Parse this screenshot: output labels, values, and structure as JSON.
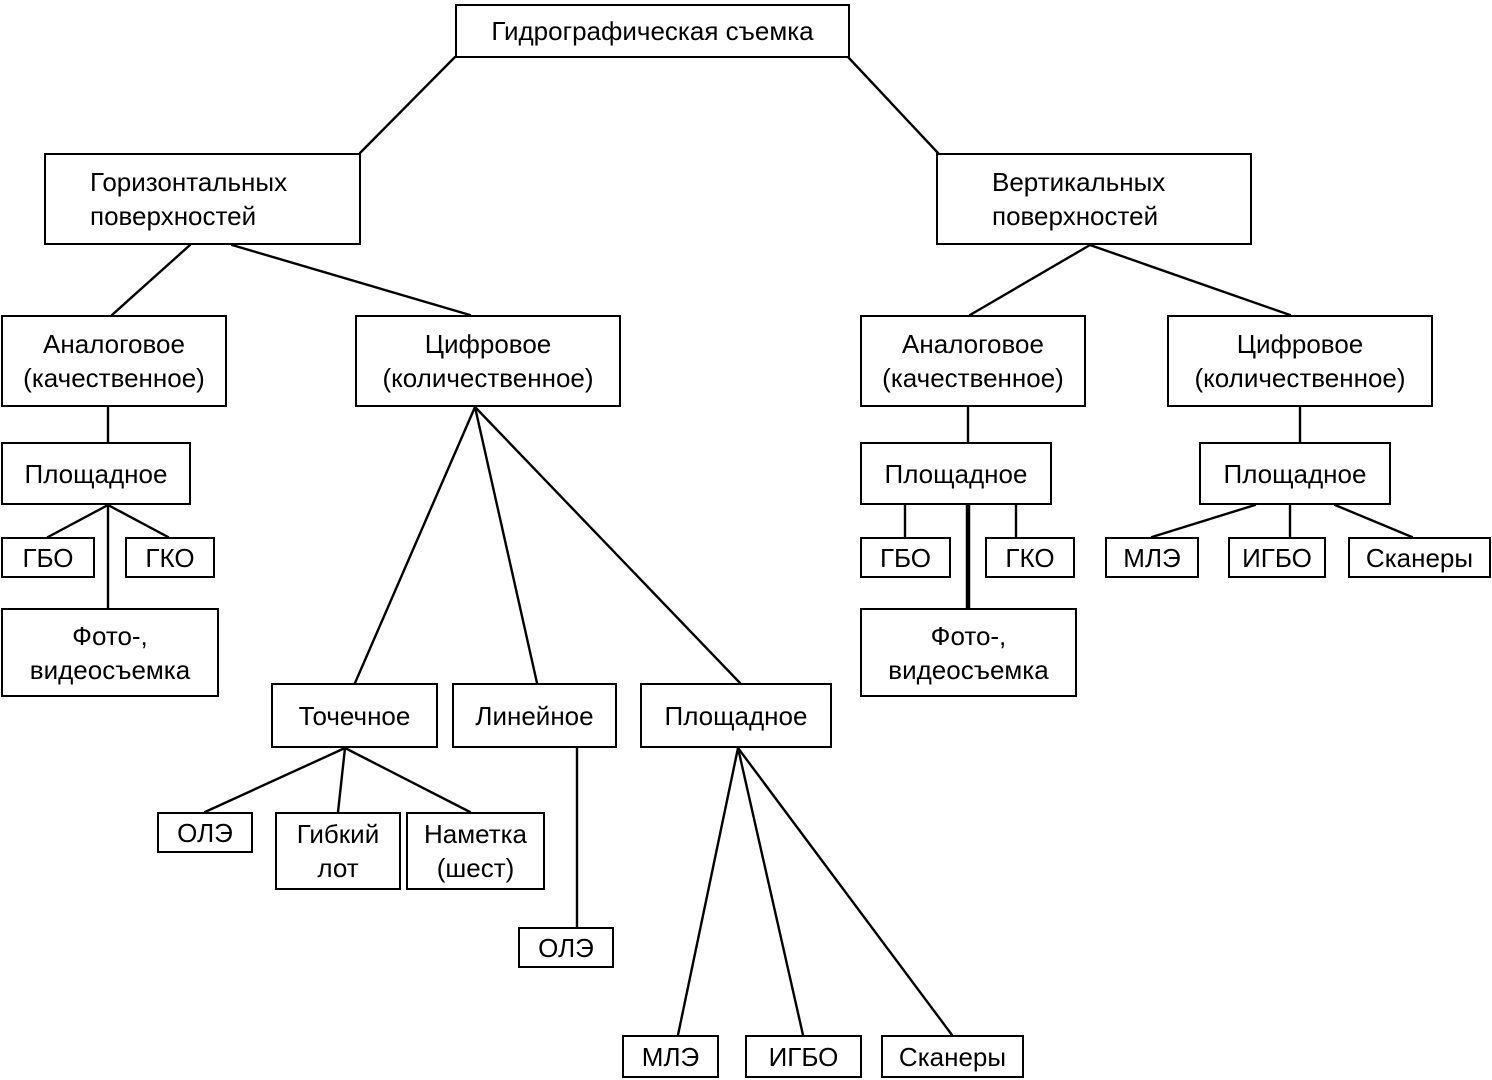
{
  "nodes": {
    "root": "Гидрографическая съемка",
    "horiz": "Горизонтальных\nповерхностей",
    "vert": "Вертикальных\nповерхностей",
    "h_analog": "Аналоговое\n(качественное)",
    "h_digital": "Цифровое\n(количественное)",
    "v_analog": "Аналоговое\n(качественное)",
    "v_digital": "Цифровое\n(количественное)",
    "h_analog_area": "Площадное",
    "h_gbo": "ГБО",
    "h_gko": "ГКО",
    "h_photo": "Фото-,\nвидеосъемка",
    "h_point": "Точечное",
    "h_linear": "Линейное",
    "h_digital_area": "Площадное",
    "h_ole1": "ОЛЭ",
    "h_lead": "Гибкий\nлот",
    "h_pole": "Наметка\n(шест)",
    "h_ole2": "ОЛЭ",
    "h_mle": "МЛЭ",
    "h_igbo": "ИГБО",
    "h_scan": "Сканеры",
    "v_analog_area": "Площадное",
    "v_gbo": "ГБО",
    "v_gko": "ГКО",
    "v_photo": "Фото-,\nвидеосъемка",
    "v_digital_area": "Площадное",
    "v_mle": "МЛЭ",
    "v_igbo": "ИГБО",
    "v_scan": "Сканеры"
  }
}
